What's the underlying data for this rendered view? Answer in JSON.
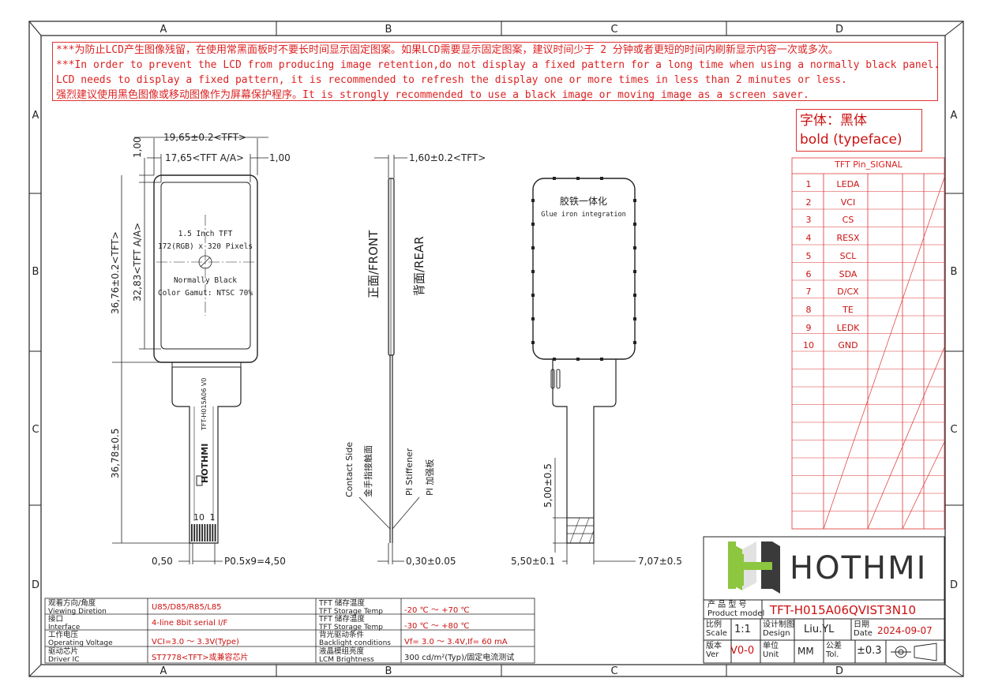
{
  "zone_letters": [
    "A",
    "B",
    "C",
    "D"
  ],
  "zone_rows": [
    "A",
    "B",
    "C",
    "D"
  ],
  "warning": {
    "line1": "***为防止LCD产生图像残留，在使用常黑面板时不要长时间显示固定图案。如果LCD需要显示固定图案，建议时间少于 2 分钟或者更短的时间内刷新显示内容一次或多次。",
    "line2": "***In order to prevent the LCD from producing image retention,do not display a fixed pattern for a long time when using a normally black panel.If the",
    "line3": " LCD needs to display a fixed pattern, it is recommended to refresh the display one or more times in less than 2 minutes or less.",
    "line4": "强烈建议使用黑色图像或移动图像作为屏幕保护程序。It is strongly recommended to use a black image or moving image as a screen saver."
  },
  "font_note": {
    "line1": "字体：黑体",
    "line2": "bold (typeface)"
  },
  "pin_table": {
    "title": "TFT Pin_SIGNAL",
    "rows": [
      {
        "no": "1",
        "signal": "LEDA"
      },
      {
        "no": "2",
        "signal": "VCI"
      },
      {
        "no": "3",
        "signal": "CS"
      },
      {
        "no": "4",
        "signal": "RESX"
      },
      {
        "no": "5",
        "signal": "SCL"
      },
      {
        "no": "6",
        "signal": "SDA"
      },
      {
        "no": "7",
        "signal": "D/CX"
      },
      {
        "no": "8",
        "signal": "TE"
      },
      {
        "no": "9",
        "signal": "LEDK"
      },
      {
        "no": "10",
        "signal": "GND"
      }
    ]
  },
  "front_view": {
    "screen_line1": "1.5 Inch TFT",
    "screen_line2": "172(RGB) x 320 Pixels",
    "screen_line3": "Normally Black",
    "screen_line4": "Color Gamut: NTSC 70%",
    "fpc_part": "TFT-H015A06 V0",
    "fpc_brand": "HOTHMI",
    "pin_start": "10",
    "pin_end": "1",
    "dim_outline_w": "19,65±0.2<TFT>",
    "dim_aa_w": "17,65<TFT A/A>",
    "dim_left_margin": "1,00",
    "dim_right_margin": "1,00",
    "dim_outline_h": "36,76±0.2<TFT>",
    "dim_aa_h": "32,83<TFT A/A>",
    "dim_fpc_len": "36,78±0.5",
    "dim_pin_w": "0,50",
    "dim_pitch": "P0.5x9=4,50"
  },
  "side_view": {
    "dim_thickness": "1,60±0.2<TFT>",
    "front_label": "正面/FRONT",
    "rear_label": "背面/REAR",
    "contact_en": "Contact Side",
    "contact_cn": "金手指接触面",
    "stiffener_en": "PI Stiffener",
    "stiffener_cn": "PI 加强板",
    "dim_fpc_thick": "0,30±0.05"
  },
  "rear_view": {
    "title_cn": "胶铁一体化",
    "title_en": "Glue iron integration",
    "dim_stiff_len": "5,00±0.5",
    "dim_left": "5,50±0.1",
    "dim_right": "7,07±0.5"
  },
  "specs": [
    {
      "cn": "观看方向/角度",
      "en": "Viewing Diretion",
      "value": "U85/D85/R85/L85"
    },
    {
      "cn": "接口",
      "en": "Interface",
      "value": "4-line 8bit serial I/F"
    },
    {
      "cn": "工作电压",
      "en": "Operating Voltage",
      "value": "VCI=3.0 ～ 3.3V(Type)"
    },
    {
      "cn": "驱动芯片",
      "en": "Driver IC",
      "value": "ST7778<TFT>或兼容芯片"
    }
  ],
  "specs2": [
    {
      "cn": "TFT 储存温度",
      "en": "TFT Storage Temp",
      "value": "-20 ℃ ～ +70 ℃"
    },
    {
      "cn": "TFT 储存温度",
      "en": "TFT Storage Temp",
      "value": "-30 ℃ ～ +80 ℃"
    },
    {
      "cn": "背光驱动条件",
      "en": "Backlight conditions",
      "value": "Vf= 3.0 ～ 3.4V,If= 60 mA"
    },
    {
      "cn": "液晶模组亮度",
      "en": "LCM Brightness",
      "value": "300  cd/m²(Typ)/固定电流测试"
    }
  ],
  "title_block": {
    "brand": "HOTHMI",
    "model_cn": "产 品 型 号",
    "model_en": "Product model",
    "model": "TFT-H015A06QVIST3N10",
    "scale_cn": "比例",
    "scale_en": "Scale",
    "scale": "1:1",
    "design_cn": "设计制图",
    "design_en": "Design",
    "designer": "Liu.YL",
    "date_cn": "日期",
    "date_en": "Date",
    "date": "2024-09-07",
    "ver_cn": "版本",
    "ver_en": "Ver",
    "ver": "V0-0",
    "unit_cn": "单位",
    "unit_en": "Unit",
    "unit": "MM",
    "tol_cn": "公差",
    "tol_en": "Tol.",
    "tol": "±0.3"
  },
  "colors": {
    "red": "#cc2222",
    "line": "#222222",
    "logo_green": "#8dc63f",
    "logo_dark": "#3a3a3a"
  }
}
